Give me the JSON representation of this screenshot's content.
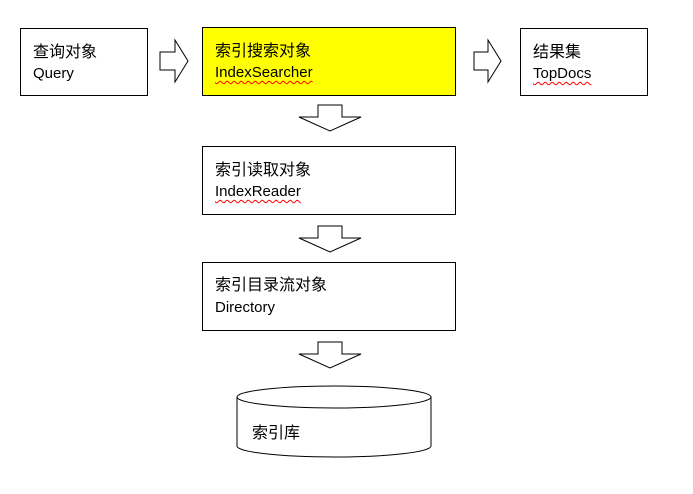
{
  "nodes": {
    "query": {
      "title": "查询对象",
      "class_name": "Query"
    },
    "searcher": {
      "title": "索引搜索对象",
      "class_name": "IndexSearcher",
      "highlight_color": "#ffff00"
    },
    "topdocs": {
      "title": "结果集",
      "class_name": "TopDocs"
    },
    "reader": {
      "title": "索引读取对象",
      "class_name": "IndexReader"
    },
    "directory": {
      "title": "索引目录流对象",
      "class_name": "Directory"
    },
    "index_store": {
      "title": "索引库"
    }
  }
}
